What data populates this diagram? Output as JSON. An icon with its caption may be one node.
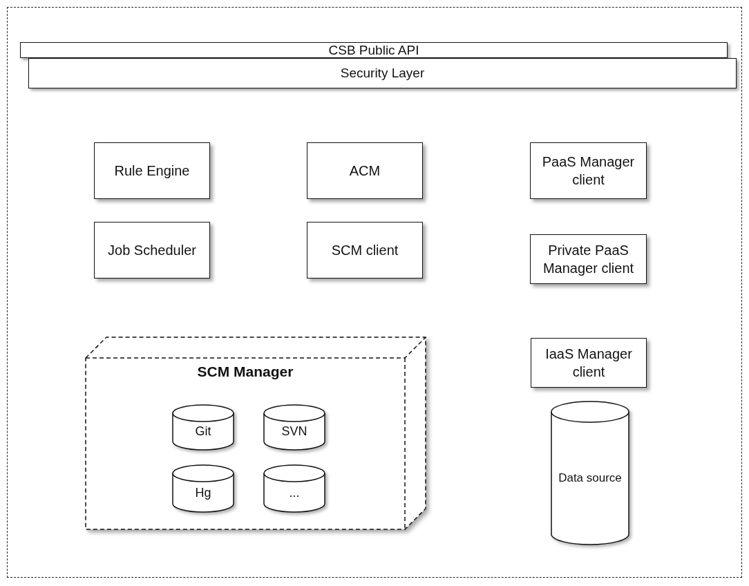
{
  "diagram": {
    "nodes": [
      {
        "text": [],
        "shape": "box"
      },
      {
        "text": [
          "CSB Public API"
        ],
        "in": 0
      },
      {
        "text": [
          "Security Layer"
        ],
        "in": 0
      },
      {
        "text": [
          "Rule Engine"
        ],
        "in": 0
      },
      {
        "text": [
          "ACM"
        ],
        "in": 0
      },
      {
        "text": [
          "PaaS Manager client"
        ],
        "in": 0
      },
      {
        "text": [
          "Job Scheduler"
        ],
        "in": 0
      },
      {
        "text": [
          "SCM client"
        ],
        "in": 0
      },
      {
        "text": [
          "Private PaaS Manager client"
        ],
        "in": 0
      },
      {
        "text": [
          "SCM Manager"
        ],
        "in": 0
      },
      {
        "text": [
          "Git"
        ],
        "in": 9
      },
      {
        "text": [
          "SVN"
        ],
        "in": 9
      },
      {
        "text": [
          "Hg"
        ],
        "in": 9
      },
      {
        "text": [
          "..."
        ],
        "in": 9
      },
      {
        "text": [
          "IaaS Manager client"
        ],
        "in": 0
      },
      {
        "text": [
          "Data source"
        ],
        "in": 0
      }
    ]
  }
}
